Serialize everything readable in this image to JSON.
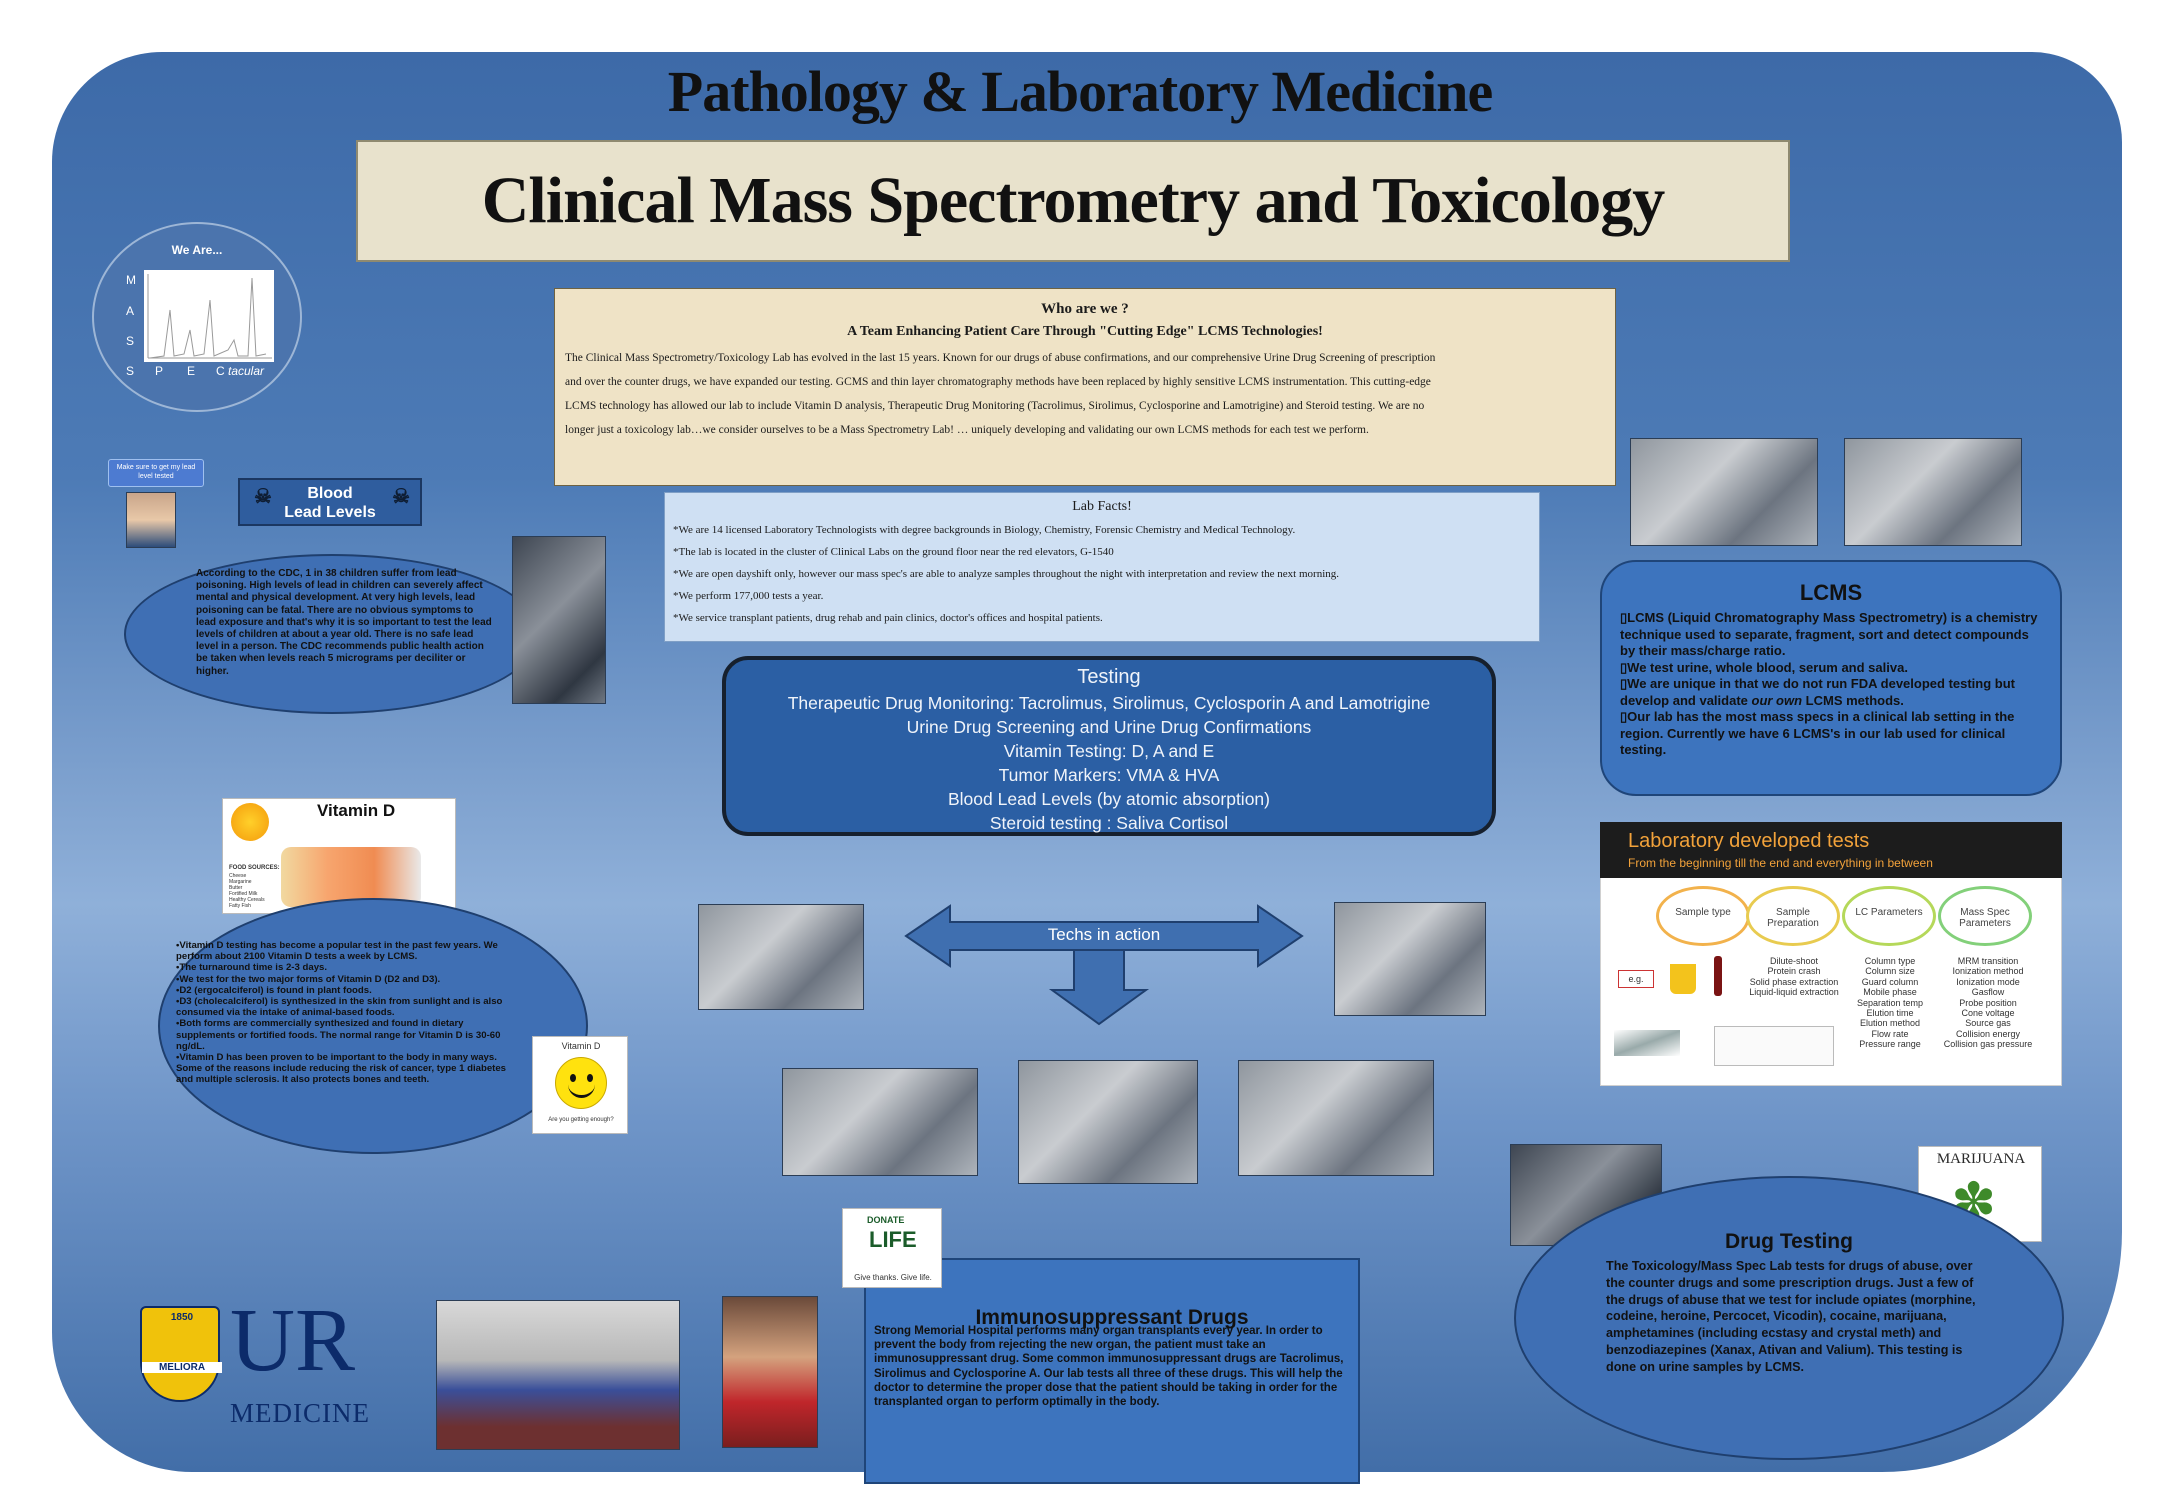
{
  "header": {
    "dept_title": "Pathology & Laboratory Medicine",
    "main_title": "Clinical Mass Spectrometry and Toxicology"
  },
  "logo_circle": {
    "heading": "We Are...",
    "letters": [
      "M",
      "A",
      "S",
      "S",
      "P",
      "E",
      "C"
    ],
    "tail": "tacular"
  },
  "who": {
    "heading": "Who are we ?",
    "subheading": "A Team Enhancing Patient Care Through \"Cutting Edge\" LCMS Technologies!",
    "lines": [
      "The Clinical Mass Spectrometry/Toxicology Lab has evolved in the last 15 years.   Known for our drugs of abuse confirmations, and our comprehensive Urine Drug Screening of prescription",
      "and over the counter drugs, we have expanded our testing.  GCMS and thin layer chromatography methods have been replaced by highly sensitive LCMS instrumentation.  This cutting-edge",
      "LCMS technology has allowed our lab to include Vitamin D analysis, Therapeutic Drug Monitoring (Tacrolimus, Sirolimus, Cyclosporine and Lamotrigine) and Steroid testing. We are no",
      "longer just a toxicology lab…we consider ourselves to be a Mass Spectrometry Lab! … uniquely developing and validating our own LCMS methods for each test we perform."
    ]
  },
  "facts": {
    "heading": "Lab Facts!",
    "items": [
      "*We are 14 licensed Laboratory Technologists with  degree backgrounds in Biology, Chemistry, Forensic Chemistry and Medical Technology.",
      "*The lab is located in the cluster of Clinical Labs on the ground floor near the red elevators, G-1540",
      "*We are open dayshift only, however our mass spec's are able to analyze samples throughout the night with interpretation and review the next morning.",
      "*We perform 177,000 tests a year.",
      "*We service transplant patients, drug rehab and pain clinics, doctor's offices and hospital patients."
    ]
  },
  "testing": {
    "heading": "Testing",
    "lines": [
      "Therapeutic Drug Monitoring:  Tacrolimus, Sirolimus, Cyclosporin  A and Lamotrigine",
      "Urine Drug Screening and Urine Drug  Confirmations",
      "Vitamin Testing:  D, A and E",
      "Tumor Markers:  VMA  & HVA",
      "Blood Lead Levels (by atomic absorption)",
      "Steroid testing :  Saliva Cortisol"
    ]
  },
  "lead": {
    "note": "Make sure to get my lead level tested",
    "title_line1": "Blood",
    "title_line2": "Lead Levels",
    "text": "According to the CDC, 1 in 38 children suffer from lead poisoning.  High levels of lead in children can severely affect mental and physical development. At very high levels, lead poisoning can be fatal. There are no obvious symptoms to lead exposure and that's why it is so important to test the lead levels of children at about a year old. There is no safe lead level in a person. The CDC recommends public health action be taken when levels reach 5 micrograms per deciliter or higher."
  },
  "vitamin_d": {
    "image_title": "Vitamin D",
    "food_sources_label": "FOOD SOURCES:",
    "food_sources": [
      "Cheese",
      "Margarine",
      "Butter",
      "Fortified Milk",
      "Healthy Cereals",
      "Fatty Fish"
    ],
    "smiley_caption": "Vitamin D",
    "smiley_bottom": "Are you getting enough?",
    "text": "•Vitamin D testing has become a popular test in the past few years. We perform about 2100 Vitamin D tests a week by LCMS.\n•The turnaround time is 2-3 days.\n•We test for the two major forms of Vitamin D (D2 and D3).\n•D2  (ergocalciferol) is found in plant foods.\n•D3 (cholecalciferol) is synthesized in the skin  from sunlight and is also consumed via the intake of animal-based foods.\n•Both forms are commercially synthesized and found in dietary supplements or fortified foods. The normal range for Vitamin D is 30-60 ng/dL.\n•Vitamin D has been proven to be important to the body in many ways. Some of the reasons include reducing the risk of cancer, type 1 diabetes and multiple sclerosis. It also protects bones and teeth."
  },
  "lcms": {
    "heading": "LCMS",
    "lines": [
      "LCMS (Liquid Chromatography Mass Spectrometry) is a chemistry technique used to separate, fragment, sort and detect compounds by their mass/charge ratio.",
      "We test urine, whole blood, serum and saliva.",
      "We are unique in that we do not run FDA developed testing but develop and validate ",
      "our own",
      " LCMS methods.",
      "Our lab has the most mass specs in a clinical lab setting in the region.  Currently we have 6 LCMS's in our lab used for clinical testing."
    ]
  },
  "ldt": {
    "title": "Laboratory developed tests",
    "subtitle": "From the beginning till the end and everything in between",
    "steps": [
      {
        "label": "Sample type",
        "items": []
      },
      {
        "label": "Sample Preparation",
        "items": [
          "Dilute-shoot",
          "Protein crash",
          "Solid phase extraction",
          "Liquid-liquid extraction"
        ]
      },
      {
        "label": "LC Parameters",
        "items": [
          "Column type",
          "Column size",
          "Guard column",
          "Mobile phase",
          "Separation temp",
          "Elution time",
          "Elution method",
          "Flow rate",
          "Pressure range"
        ]
      },
      {
        "label": "Mass Spec Parameters",
        "items": [
          "MRM transition",
          "Ionization method",
          "Ionization mode",
          "Gasflow",
          "Probe position",
          "Cone voltage",
          "Source gas",
          "Collision energy",
          "Collision gas pressure"
        ]
      }
    ],
    "eg": "e.g."
  },
  "techs": {
    "label": "Techs in action"
  },
  "immuno": {
    "heading": "Immunosuppressant Drugs",
    "text": "Strong Memorial Hospital performs many organ transplants every year. In order to prevent the body from rejecting the new organ, the patient must take an immunosuppressant drug. Some common immunosuppressant drugs are Tacrolimus, Sirolimus and Cyclosporine A. Our lab tests all three of these drugs. This will help the doctor to determine the proper dose that the patient should be taking in order for the transplanted organ to perform optimally in the body."
  },
  "donate": {
    "line1": "DONATE",
    "line2": "LIFE",
    "tag": "Give thanks. Give life."
  },
  "drug": {
    "heading": "Drug Testing",
    "text": "The Toxicology/Mass Spec Lab tests for drugs of abuse, over the counter drugs and some prescription drugs. Just a few of the drugs of abuse that we test for include opiates (morphine, codeine, heroine, Percocet, Vicodin), cocaine, marijuana, amphetamines (including ecstasy and crystal meth) and benzodiazepines (Xanax, Ativan and Valium). This testing is done on urine samples by LCMS."
  },
  "marijuana": {
    "label": "MARIJUANA"
  },
  "logo": {
    "year": "1850",
    "motto": "MELIORA",
    "ur": "UR",
    "medicine": "MEDICINE"
  },
  "colors": {
    "panel": "#4d7bb6",
    "box_blue": "#3d74be",
    "navy_border": "#16202e",
    "beige": "#efe3c6"
  }
}
